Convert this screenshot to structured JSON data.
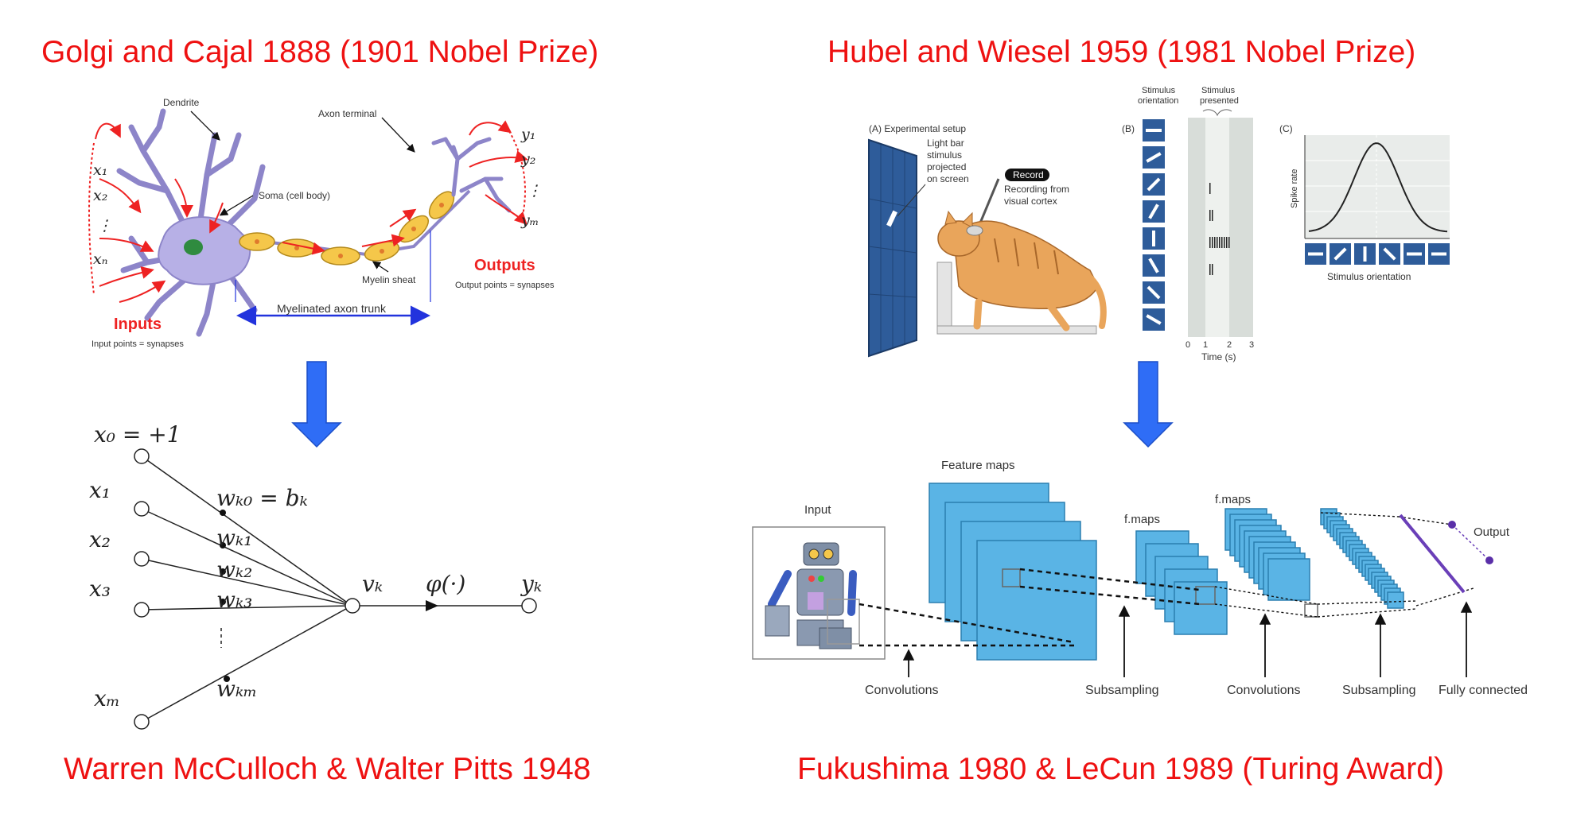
{
  "titles": {
    "top_left": "Golgi and Cajal 1888 (1901 Nobel Prize)",
    "top_right": "Hubel and Wiesel 1959 (1981 Nobel Prize)",
    "bottom_left": "Warren McCulloch & Walter Pitts 1948",
    "bottom_right": "Fukushima 1980 & LeCun 1989 (Turing Award)"
  },
  "neuron": {
    "dendrite": "Dendrite",
    "axon_terminal": "Axon terminal",
    "soma": "Soma (cell body)",
    "myelin": "Myelin sheat",
    "trunk": "Myelinated axon trunk",
    "inputs": "Inputs",
    "inputs_sub": "Input points = synapses",
    "outputs": "Outputs",
    "outputs_sub": "Output points = synapses",
    "x1": "x₁",
    "x2": "x₂",
    "xdots": "⋮",
    "xn": "xₙ",
    "y1": "y₁",
    "y2": "y₂",
    "ydots": "⋮",
    "ym": "yₘ"
  },
  "perceptron": {
    "x0": "x₀ = +1",
    "x1": "x₁",
    "x2": "x₂",
    "x3": "x₃",
    "xm": "xₘ",
    "wk0": "wₖ₀ = bₖ",
    "wk1": "wₖ₁",
    "wk2": "wₖ₂",
    "wk3": "wₖ₃",
    "wkm": "wₖₘ",
    "vk": "vₖ",
    "phi": "φ(·)",
    "yk": "yₖ"
  },
  "hubel": {
    "a_label": "(A) Experimental setup",
    "light_bar": [
      "Light bar",
      "stimulus",
      "projected",
      "on screen"
    ],
    "record": "Record",
    "recording": [
      "Recording from",
      "visual cortex"
    ],
    "b_label": "(B)",
    "stim_orient": [
      "Stimulus",
      "orientation"
    ],
    "stim_presented": [
      "Stimulus",
      "presented"
    ],
    "time_ticks": [
      "0",
      "1",
      "2",
      "3"
    ],
    "time_label": "Time (s)",
    "c_label": "(C)",
    "spike_rate": "Spike rate",
    "stim_orientation_axis": "Stimulus orientation"
  },
  "cnn": {
    "input": "Input",
    "feature_maps": "Feature maps",
    "fmaps1": "f.maps",
    "fmaps2": "f.maps",
    "output": "Output",
    "stages": [
      "Convolutions",
      "Subsampling",
      "Convolutions",
      "Subsampling",
      "Fully connected"
    ]
  },
  "colors": {
    "title": "#ee1111",
    "arrow": "#2f6df6",
    "map": "#5ab4e5",
    "stimulus": "#2e5c9a"
  }
}
